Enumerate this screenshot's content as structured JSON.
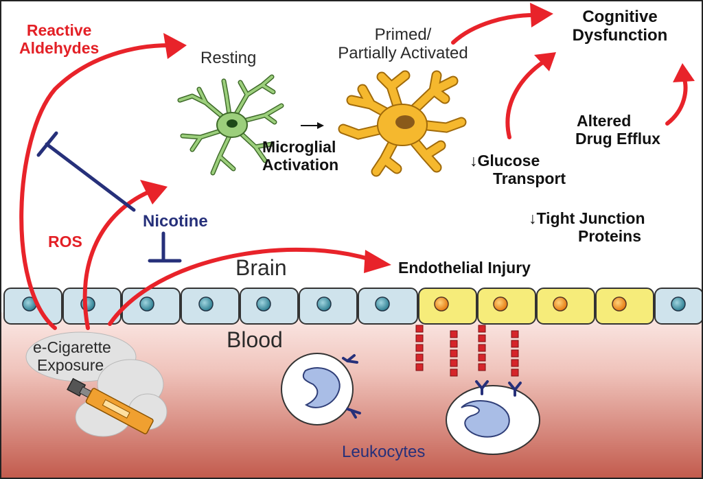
{
  "labels": {
    "reactive_aldehydes_1": "Reactive",
    "reactive_aldehydes_2": "Aldehydes",
    "resting": "Resting",
    "primed_1": "Primed/",
    "primed_2": "Partially Activated",
    "cognitive_1": "Cognitive",
    "cognitive_2": "Dysfunction",
    "microglial_1": "Microglial",
    "microglial_2": "Activation",
    "altered_1": "Altered",
    "altered_2": "Drug Efflux",
    "glucose_1": "↓Glucose",
    "glucose_2": "Transport",
    "nicotine": "Nicotine",
    "ros": "ROS",
    "tight_1": "↓Tight Junction",
    "tight_2": "Proteins",
    "brain": "Brain",
    "endothelial": "Endothelial Injury",
    "blood": "Blood",
    "ecig_1": "e-Cigarette",
    "ecig_2": "Exposure",
    "leukocytes": "Leukocytes"
  },
  "colors": {
    "red_arrow": "#e8232a",
    "inhibit_blue": "#26307a",
    "resting_cell": "#9ccf7c",
    "activated_cell": "#f5b82e",
    "healthy_endothelium": "#cfe3ec",
    "injured_endothelium": "#f6ec7a",
    "nucleus_teal": "#3d8ea0",
    "nucleus_orange": "#f08a1c",
    "blood_top": "#fbe9e6",
    "blood_bottom": "#c25a4c",
    "adhesion_red": "#d5252a",
    "leukocyte_nucleus": "#a9bde6",
    "vape_orange": "#f0a030"
  },
  "icons": [
    "resting-microglia-icon",
    "activated-microglia-icon",
    "endothelial-cell-icon",
    "leukocyte-icon",
    "adhesion-molecule-icon",
    "e-cigarette-icon",
    "vapor-cloud-icon",
    "inhibition-bar-icon",
    "arrow-icon"
  ]
}
